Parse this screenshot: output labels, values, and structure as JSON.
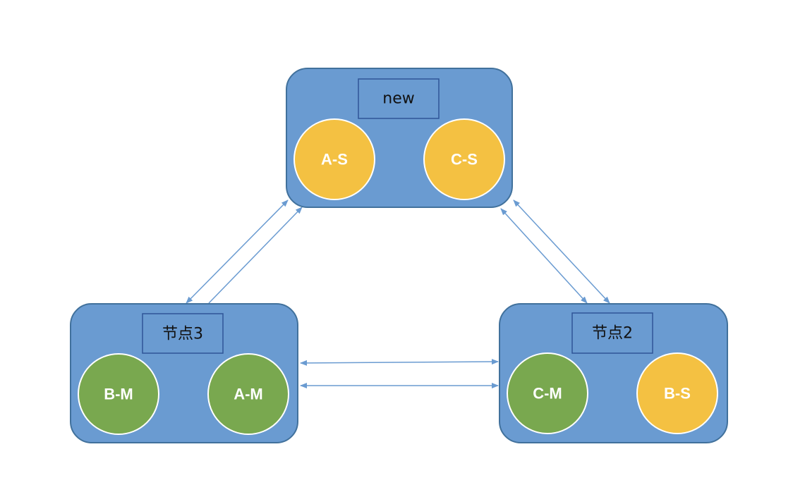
{
  "colors": {
    "node_fill": "#6a9bd1",
    "node_border": "#41719c",
    "master": "#79a84f",
    "slave": "#f4c142",
    "link": "#6a9bd1"
  },
  "nodes": {
    "top": {
      "label": "new",
      "shards": [
        {
          "label": "A-S",
          "role": "slave"
        },
        {
          "label": "C-S",
          "role": "slave"
        }
      ]
    },
    "left": {
      "label": "节点3",
      "shards": [
        {
          "label": "B-M",
          "role": "master"
        },
        {
          "label": "A-M",
          "role": "master"
        }
      ]
    },
    "right": {
      "label": "节点2",
      "shards": [
        {
          "label": "C-M",
          "role": "master"
        },
        {
          "label": "B-S",
          "role": "slave"
        }
      ]
    }
  },
  "links": [
    {
      "from": "left",
      "to": "top",
      "style": "bidirectional-pair"
    },
    {
      "from": "right",
      "to": "top",
      "style": "bidirectional-pair"
    },
    {
      "from": "left",
      "to": "right",
      "style": "bidirectional-pair"
    }
  ]
}
